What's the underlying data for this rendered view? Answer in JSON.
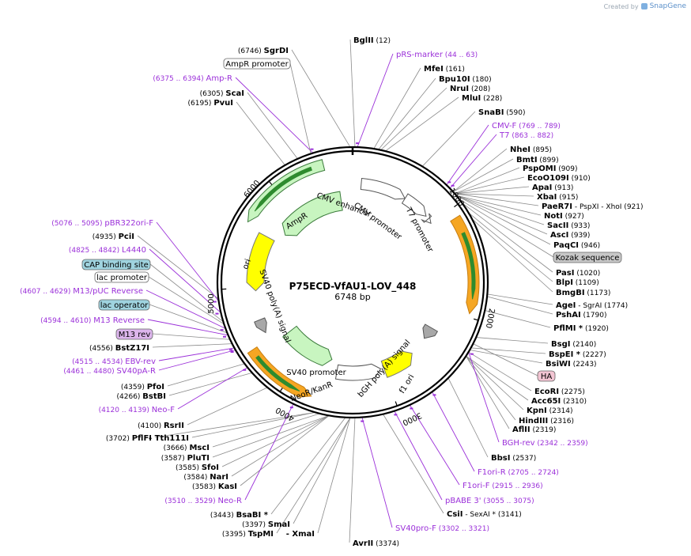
{
  "credit": {
    "prefix": "Created by",
    "brand": "SnapGene"
  },
  "plasmid": {
    "name": "P75ECD-VfAU1-LOV_448",
    "length": "6748 bp"
  },
  "ticks": [
    "1000",
    "2000",
    "3000",
    "4000",
    "5000",
    "6000"
  ],
  "sites": [
    {
      "name": "BglII",
      "pos": "(12)"
    },
    {
      "name": "MfeI",
      "pos": "(161)"
    },
    {
      "name": "Bpu10I",
      "pos": "(180)"
    },
    {
      "name": "NruI",
      "pos": "(208)"
    },
    {
      "name": "MluI",
      "pos": "(228)"
    },
    {
      "name": "SnaBI",
      "pos": "(590)"
    },
    {
      "name": "NheI",
      "pos": "(895)"
    },
    {
      "name": "BmtI",
      "pos": "(899)"
    },
    {
      "name": "PspOMI",
      "pos": "(909)"
    },
    {
      "name": "EcoO109I",
      "pos": "(910)"
    },
    {
      "name": "ApaI",
      "pos": "(913)"
    },
    {
      "name": "XbaI",
      "pos": "(915)"
    },
    {
      "name": "PaeR7I",
      "pos": "- PspXI  - XhoI  (921)"
    },
    {
      "name": "NotI",
      "pos": "(927)"
    },
    {
      "name": "SacII",
      "pos": "(933)"
    },
    {
      "name": "AscI",
      "pos": "(939)"
    },
    {
      "name": "PaqCI",
      "pos": "(946)"
    },
    {
      "name": "PasI",
      "pos": "(1020)"
    },
    {
      "name": "BlpI",
      "pos": "(1109)"
    },
    {
      "name": "BmgBI",
      "pos": "(1173)"
    },
    {
      "name": "AgeI",
      "pos": "- SgrAI  (1774)"
    },
    {
      "name": "PshAI",
      "pos": "(1790)"
    },
    {
      "name": "PflMI *",
      "pos": "(1920)"
    },
    {
      "name": "BsgI",
      "pos": "(2140)"
    },
    {
      "name": "BspEI *",
      "pos": "(2227)"
    },
    {
      "name": "BsiWI",
      "pos": "(2243)"
    },
    {
      "name": "EcoRI",
      "pos": "(2275)"
    },
    {
      "name": "Acc65I",
      "pos": "(2310)"
    },
    {
      "name": "KpnI",
      "pos": "(2314)"
    },
    {
      "name": "HindIII",
      "pos": "(2316)"
    },
    {
      "name": "AflII",
      "pos": "(2319)"
    },
    {
      "name": "BbsI",
      "pos": "(2537)"
    },
    {
      "name": "CsiI",
      "pos": "- SexAI *  (3141)"
    },
    {
      "name": "AvrII",
      "pos": "(3374)"
    },
    {
      "name": "SgrDI",
      "pos": "(6746)"
    },
    {
      "name": "ScaI",
      "pos": "(6305)"
    },
    {
      "name": "PvuI",
      "pos": "(6195)"
    },
    {
      "name": "PciI",
      "pos": "(4935)"
    },
    {
      "name": "BstZ17I",
      "pos": "(4556)"
    },
    {
      "name": "PfoI",
      "pos": "(4359)"
    },
    {
      "name": "BstBI",
      "pos": "(4266)"
    },
    {
      "name": "RsrII",
      "pos": "(4100)"
    },
    {
      "name": "PflFI",
      "pos": "(3702)"
    },
    {
      "name": "- Tth111I",
      "pos": ""
    },
    {
      "name": "MscI",
      "pos": "(3666)"
    },
    {
      "name": "PluTI",
      "pos": "(3587)"
    },
    {
      "name": "SfoI",
      "pos": "(3585)"
    },
    {
      "name": "NarI",
      "pos": "(3584)"
    },
    {
      "name": "KasI",
      "pos": "(3583)"
    },
    {
      "name": "BsaBI *",
      "pos": "(3443)"
    },
    {
      "name": "SmaI",
      "pos": "(3397)"
    },
    {
      "name": "TspMI",
      "pos": "(3395)"
    },
    {
      "name": "- XmaI",
      "pos": ""
    }
  ],
  "features": [
    {
      "name": "pRS-marker",
      "pos": "(44 .. 63)"
    },
    {
      "name": "CMV-F",
      "pos": "(769 .. 789)"
    },
    {
      "name": "T7",
      "pos": "(863 .. 882)"
    },
    {
      "name": "BGH-rev",
      "pos": "(2342 .. 2359)"
    },
    {
      "name": "F1ori-R",
      "pos": "(2705 .. 2724)"
    },
    {
      "name": "F1ori-F",
      "pos": "(2915 .. 2936)"
    },
    {
      "name": "pBABE 3'",
      "pos": "(3055 .. 3075)"
    },
    {
      "name": "SV40pro-F",
      "pos": "(3302 .. 3321)"
    },
    {
      "name": "Neo-R",
      "pos": "(3510 .. 3529)"
    },
    {
      "name": "Neo-F",
      "pos": "(4120 .. 4139)"
    },
    {
      "name": "SV40pA-R",
      "pos": "(4461 .. 4480)"
    },
    {
      "name": "EBV-rev",
      "pos": "(4515 .. 4534)"
    },
    {
      "name": "M13 Reverse",
      "pos": "(4594 .. 4610)"
    },
    {
      "name": "M13/pUC Reverse",
      "pos": "(4607 .. 4629)"
    },
    {
      "name": "L4440",
      "pos": "(4825 .. 4842)"
    },
    {
      "name": "pBR322ori-F",
      "pos": "(5076 .. 5095)"
    },
    {
      "name": "Amp-R",
      "pos": "(6375 .. 6394)"
    }
  ],
  "boxes": [
    {
      "name": "AmpR promoter",
      "style": "white"
    },
    {
      "name": "Kozak sequence",
      "style": "gray"
    },
    {
      "name": "HA",
      "style": "pink"
    },
    {
      "name": "CAP binding site",
      "style": "teal"
    },
    {
      "name": "lac promoter",
      "style": "white"
    },
    {
      "name": "lac operator",
      "style": "teal"
    },
    {
      "name": "M13 rev",
      "style": "violet"
    }
  ],
  "inner_labels": [
    "CMV enhancer",
    "CMV promoter",
    "T7 promoter",
    "AmpR",
    "ori",
    "SV40 poly(A) signal",
    "SV40 promoter",
    "NeoR/KanR",
    "bGH poly(A) signal",
    "f1 ori"
  ],
  "colors": {
    "ring": "#000000",
    "feature_text": "#9b30d9",
    "amp": "#c8f5c0",
    "ori": "#ffff00",
    "orf": "#f5a623",
    "orf_arrow": "#2e8b2e",
    "promoter": "#ffffff",
    "polya": "#a8a8a8",
    "box_teal": "#9fd3df",
    "box_gray": "#c8c8c8",
    "box_pink": "#f2c4d2",
    "box_violet": "#dcb5ec"
  }
}
